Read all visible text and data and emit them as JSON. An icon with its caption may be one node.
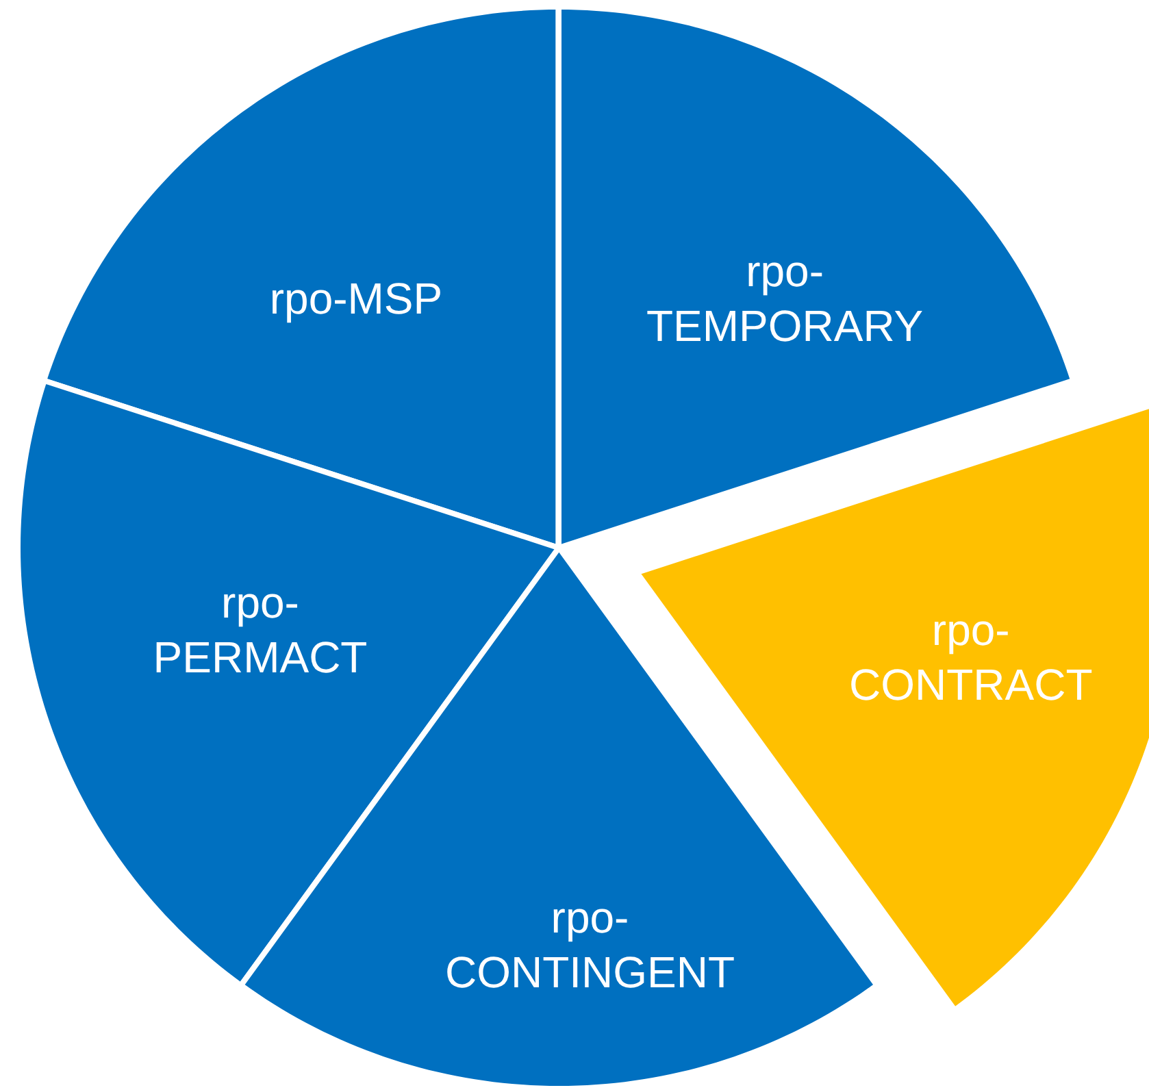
{
  "diagram": {
    "nodes": [
      {
        "text": [
          "rpo-MSP"
        ]
      },
      {
        "text": [
          "rpo- TEMPORARY"
        ]
      },
      {
        "text": [
          "rpo- PERMACT"
        ]
      },
      {
        "text": [
          "rpo- CONTRACT"
        ]
      },
      {
        "text": [
          "rpo- CONTINGENT"
        ]
      }
    ]
  }
}
